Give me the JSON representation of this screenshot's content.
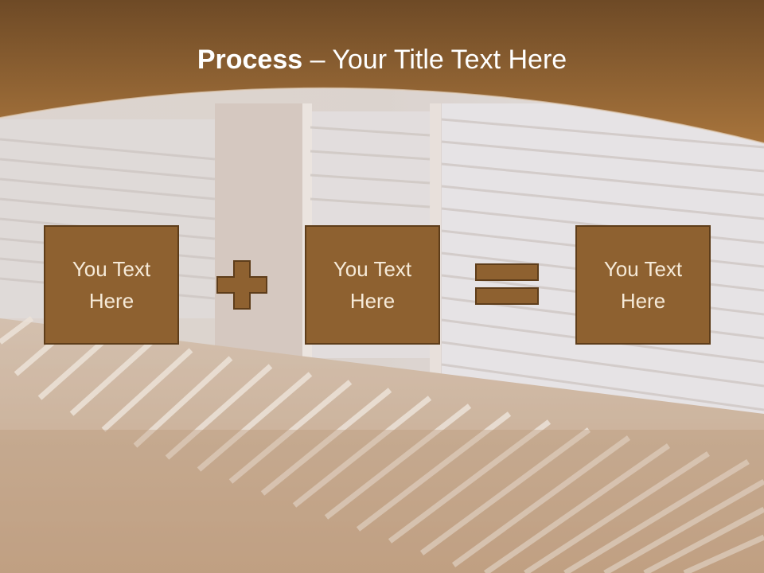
{
  "colors": {
    "header": "#7d542a",
    "box_fill": "#8e6130",
    "box_border": "#5e3d1a",
    "box_text": "#f6ead8",
    "title_text": "#ffffff"
  },
  "title": {
    "bold": "Process",
    "separator": " – ",
    "rest": "Your Title Text Here"
  },
  "boxes": [
    {
      "text": "You Text Here"
    },
    {
      "text": "You Text Here"
    },
    {
      "text": "You Text Here"
    }
  ],
  "operators": [
    "plus-icon",
    "equals-icon"
  ]
}
